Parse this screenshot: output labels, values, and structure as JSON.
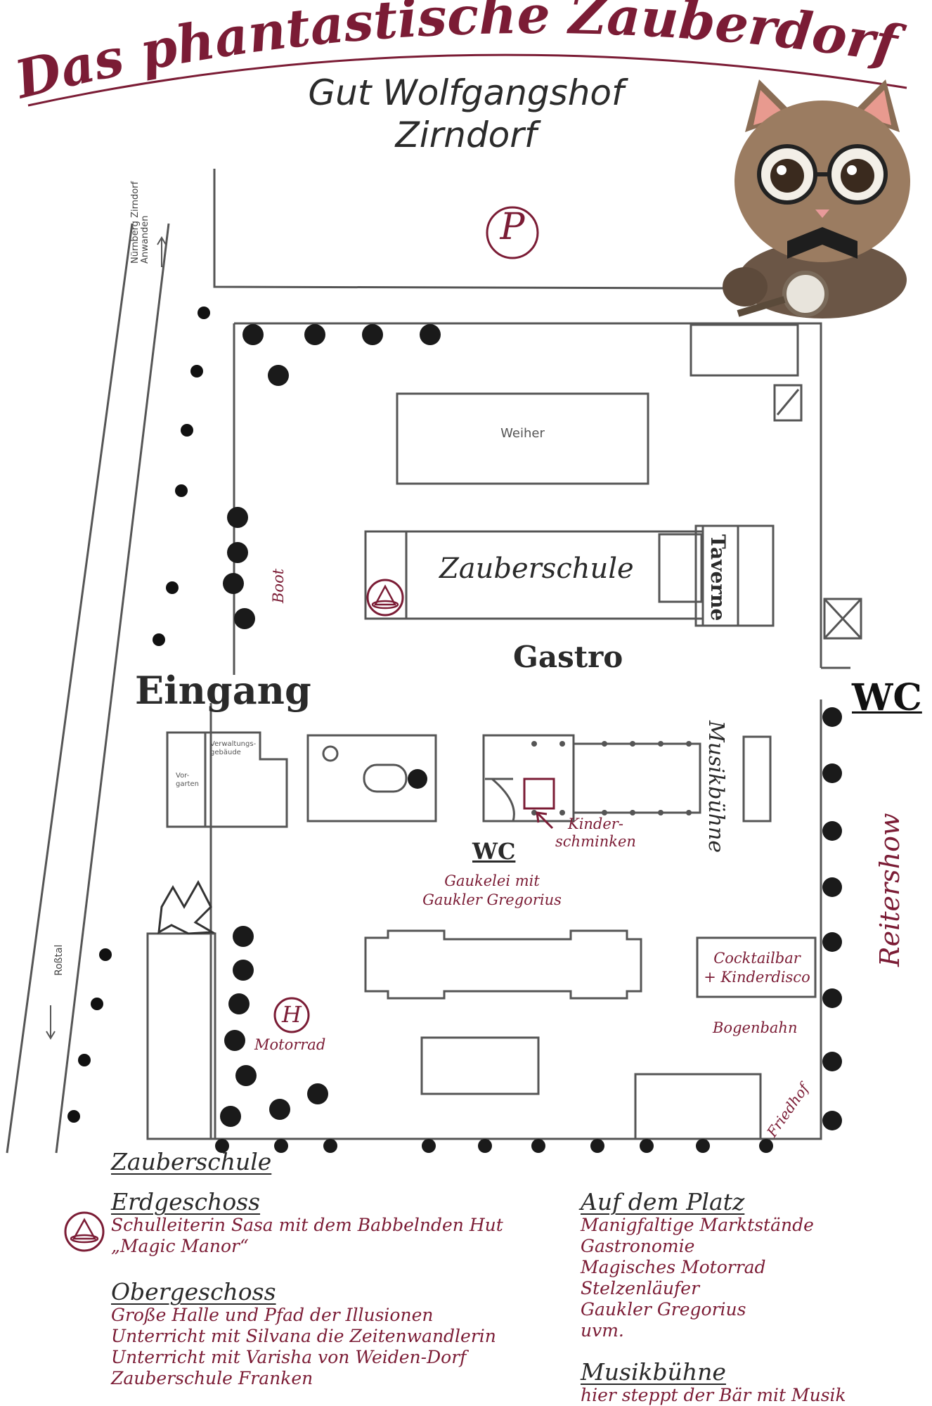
{
  "header": {
    "title": "Das phantastische Zauberdorf",
    "subtitle_line1": "Gut Wolfgangshof",
    "subtitle_line2": "Zirndorf"
  },
  "map": {
    "parking_symbol": "P",
    "road_top_label": "Nürnberg Zirndorf Anwanden",
    "road_bottom_label": "Roßtal",
    "pond_label": "Weiher",
    "zauberschule_label": "Zauberschule",
    "taverne_label": "Taverne",
    "boot_label": "Boot",
    "gastro_label": "Gastro",
    "eingang_label": "Eingang",
    "wc_right_label": "WC",
    "musikbuehne_label": "Musikbühne",
    "reitershow_label": "Reitershow",
    "kinderschminken_line1": "Kinder-",
    "kinderschminken_line2": "schminken",
    "wc_center_label": "WC",
    "gaukelei_line1": "Gaukelei mit",
    "gaukelei_line2": "Gaukler Gregorius",
    "cocktailbar_line1": "Cocktailbar",
    "cocktailbar_line2": "+ Kinderdisco",
    "bogenbahn_label": "Bogenbahn",
    "friedhof_label": "Friedhof",
    "motorrad_symbol": "H",
    "motorrad_label": "Motorrad",
    "verwaltung_label": "Verwaltungs-gebäude",
    "vorgarten_label": "Vor-garten",
    "mascot_icon": "cat-with-glasses-and-magnifier-icon",
    "hat_icon": "wizard-hat-icon"
  },
  "legend": {
    "zauberschule_heading": "Zauberschule",
    "erdgeschoss_heading": "Erdgeschoss",
    "erdgeschoss_items": [
      "Schulleiterin Sasa mit dem Babbelnden Hut",
      "„Magic Manor“"
    ],
    "obergeschoss_heading": "Obergeschoss",
    "obergeschoss_items": [
      "Große Halle und Pfad der Illusionen",
      "Unterricht mit Silvana die Zeitenwandlerin",
      "Unterricht mit Varisha von Weiden-Dorf",
      "Zauberschule Franken"
    ],
    "platz_heading": "Auf dem Platz",
    "platz_items": [
      "Manigfaltige Marktstände",
      "Gastronomie",
      "Magisches Motorrad",
      "Stelzenläufer",
      "Gaukler Gregorius",
      "uvm."
    ],
    "musik_heading": "Musikbühne",
    "musik_items": [
      "hier steppt der Bär mit Musik"
    ]
  },
  "colors": {
    "accent": "#7b1c35",
    "ink": "#2a2a2a",
    "line": "#5a5a5a"
  }
}
